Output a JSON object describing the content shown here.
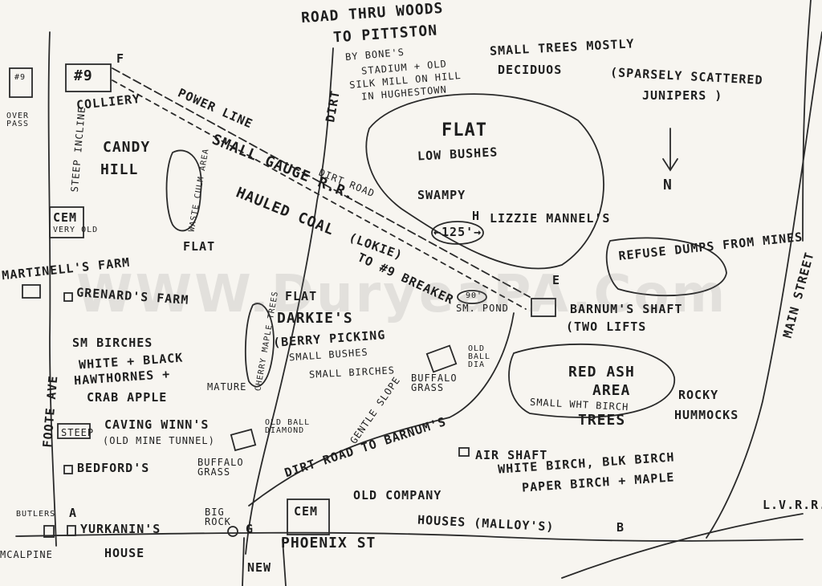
{
  "map": {
    "watermark": "WWW.DuryeaPA.Com",
    "labels": {
      "road_thru_woods": "ROAD THRU WOODS",
      "to_pittston": "TO PITTSTON",
      "by_bones": "BY BONE'S",
      "stadium_old": "STADIUM + OLD",
      "silk_mill": "SILK MILL ON HILL",
      "in_hughestown": "IN HUGHESTOWN",
      "small_trees_mostly": "SMALL TREES MOSTLY",
      "deciduos": "DECIDUOS",
      "sparsely_scattered": "(SPARSELY SCATTERED",
      "junipers": "JUNIPERS )",
      "north": "N",
      "flat_top": "FLAT",
      "low_bushes": "LOW BUSHES",
      "dirt_vertical": "DIRT",
      "power_line": "POWER LINE",
      "collier": "COLLIERY",
      "num9": "#9",
      "num9_small": "#9",
      "overpass": "OVER PASS",
      "label_f": "F",
      "steep_incline": "STEEP INCLINE",
      "candy": "CANDY",
      "hill": "HILL",
      "waste_culm_area": "WASTE CULM AREA",
      "small_gauge_rr": "SMALL GAUGE R.R.",
      "hauled_coal": "HAULED COAL",
      "to_9_breaker": "TO #9 BREAKER",
      "lokie": "(LOKIE)",
      "dirt_road_top": "DIRT ROAD",
      "swampy": "SWAMPY",
      "dim_125": "←125'→",
      "lizzie_manners": "LIZZIE MANNEL'S",
      "label_h": "H",
      "cem_very_old": "CEM",
      "very_old": "VERY OLD",
      "flat_mid": "FLAT",
      "martinells_farm": "MARTINELL'S FARM",
      "grenards_farm": "GRENARD'S FARM",
      "flat_darkies": "FLAT",
      "darkies": "DARKIE'S",
      "berry_picking": "(BERRY PICKING",
      "small_bushes": "SMALL BUSHES",
      "small_birches_mid": "SMALL BIRCHES",
      "cherry_maple": "CHERRY MAPLE TREES",
      "mature": "MATURE",
      "sm_pond": "SM. POND",
      "dim_90": "90'",
      "old_ball_dia": "OLD BALL DIA",
      "buffalo_grass_mid": "BUFFALO GRASS",
      "gentle_slope": "GENTLE SLOPE",
      "refuse_dumps": "REFUSE DUMPS FROM MINES",
      "label_e": "E",
      "barnums_shaft": "BARNUM'S SHAFT",
      "two_lifts": "(TWO LIFTS",
      "main_street": "MAIN STREET",
      "red_ash": "RED ASH",
      "area": "AREA",
      "small_wht_birch": "SMALL WHT BIRCH",
      "trees": "TREES",
      "rocky": "ROCKY",
      "hummocks": "HUMMOCKS",
      "sm_birches": "SM BIRCHES",
      "white_black": "WHITE + BLACK",
      "hawthornes": "HAWTHORNES +",
      "crab_apple": "CRAB APPLE",
      "foote_ave": "FOOTE AVE",
      "steep": "STEEP",
      "caving_winns": "CAVING WINN'S",
      "old_mine_tunnel": "(OLD MINE TUNNEL)",
      "old_ball_diamond": "OLD BALL DIAMOND",
      "buffalo_grass_low": "BUFFALO GRASS",
      "bedfords": "BEDFORD'S",
      "dirt_road_to_barnums": "DIRT ROAD TO BARNUM'S",
      "air_shaft": "AIR SHAFT",
      "white_birch": "WHITE BIRCH, BLK BIRCH",
      "paper_birch": "PAPER BIRCH + MAPLE",
      "big_rock": "BIG ROCK",
      "label_g": "G",
      "cem_low": "CEM",
      "old_company": "OLD COMPANY",
      "houses_malloys": "HOUSES (MALLOY'S)",
      "phoenix_st": "PHOENIX ST",
      "new": "NEW",
      "butlers": "BUTLERS",
      "label_a": "A",
      "yurkanins": "YURKANIN'S",
      "house": "HOUSE",
      "mcalpine": "MCALPINE",
      "label_b": "B",
      "lvrr": "L.V.R.R."
    }
  }
}
